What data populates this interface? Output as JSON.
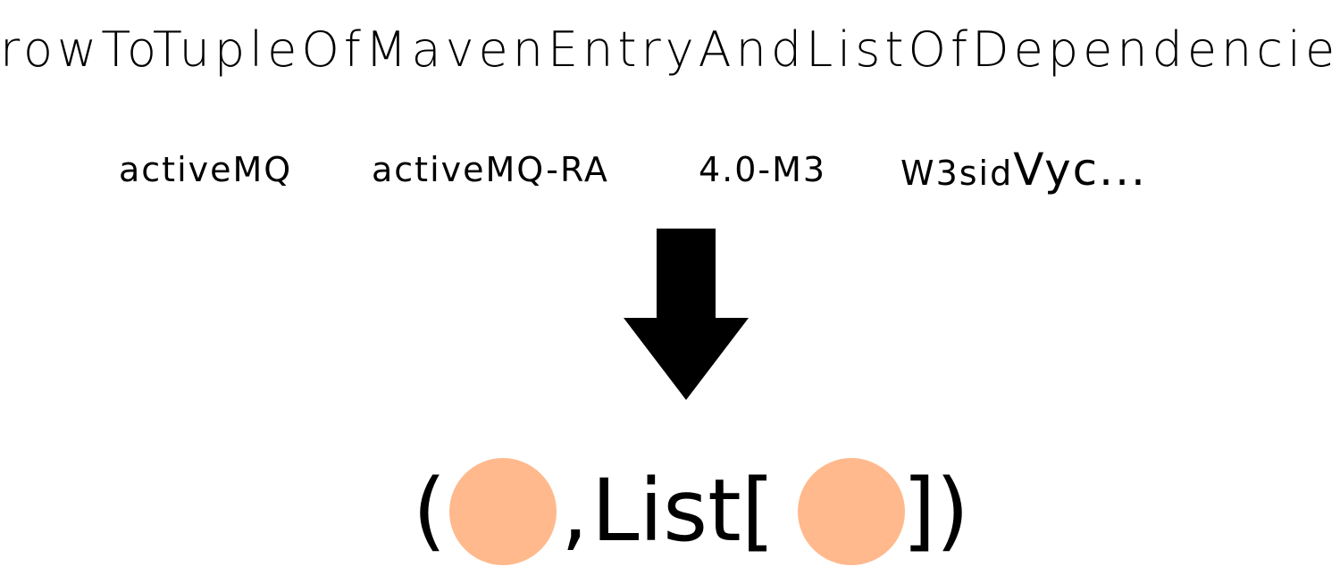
{
  "title": "rowToTupleOfMavenEntryAndListOfDependencies",
  "fields": {
    "group_id": "activeMQ",
    "artifact_id": "activeMQ-RA",
    "version": "4.0-M3",
    "hash_prefix": "W3sid",
    "hash_suffix": "Vyc..."
  },
  "result": {
    "open_paren": "(",
    "comma": ",",
    "list_label": "List[",
    "close_brackets": "])"
  },
  "colors": {
    "placeholder_dot": "#FFB98C",
    "arrow": "#000000"
  },
  "icons": {
    "arrow": "down-arrow-icon"
  }
}
